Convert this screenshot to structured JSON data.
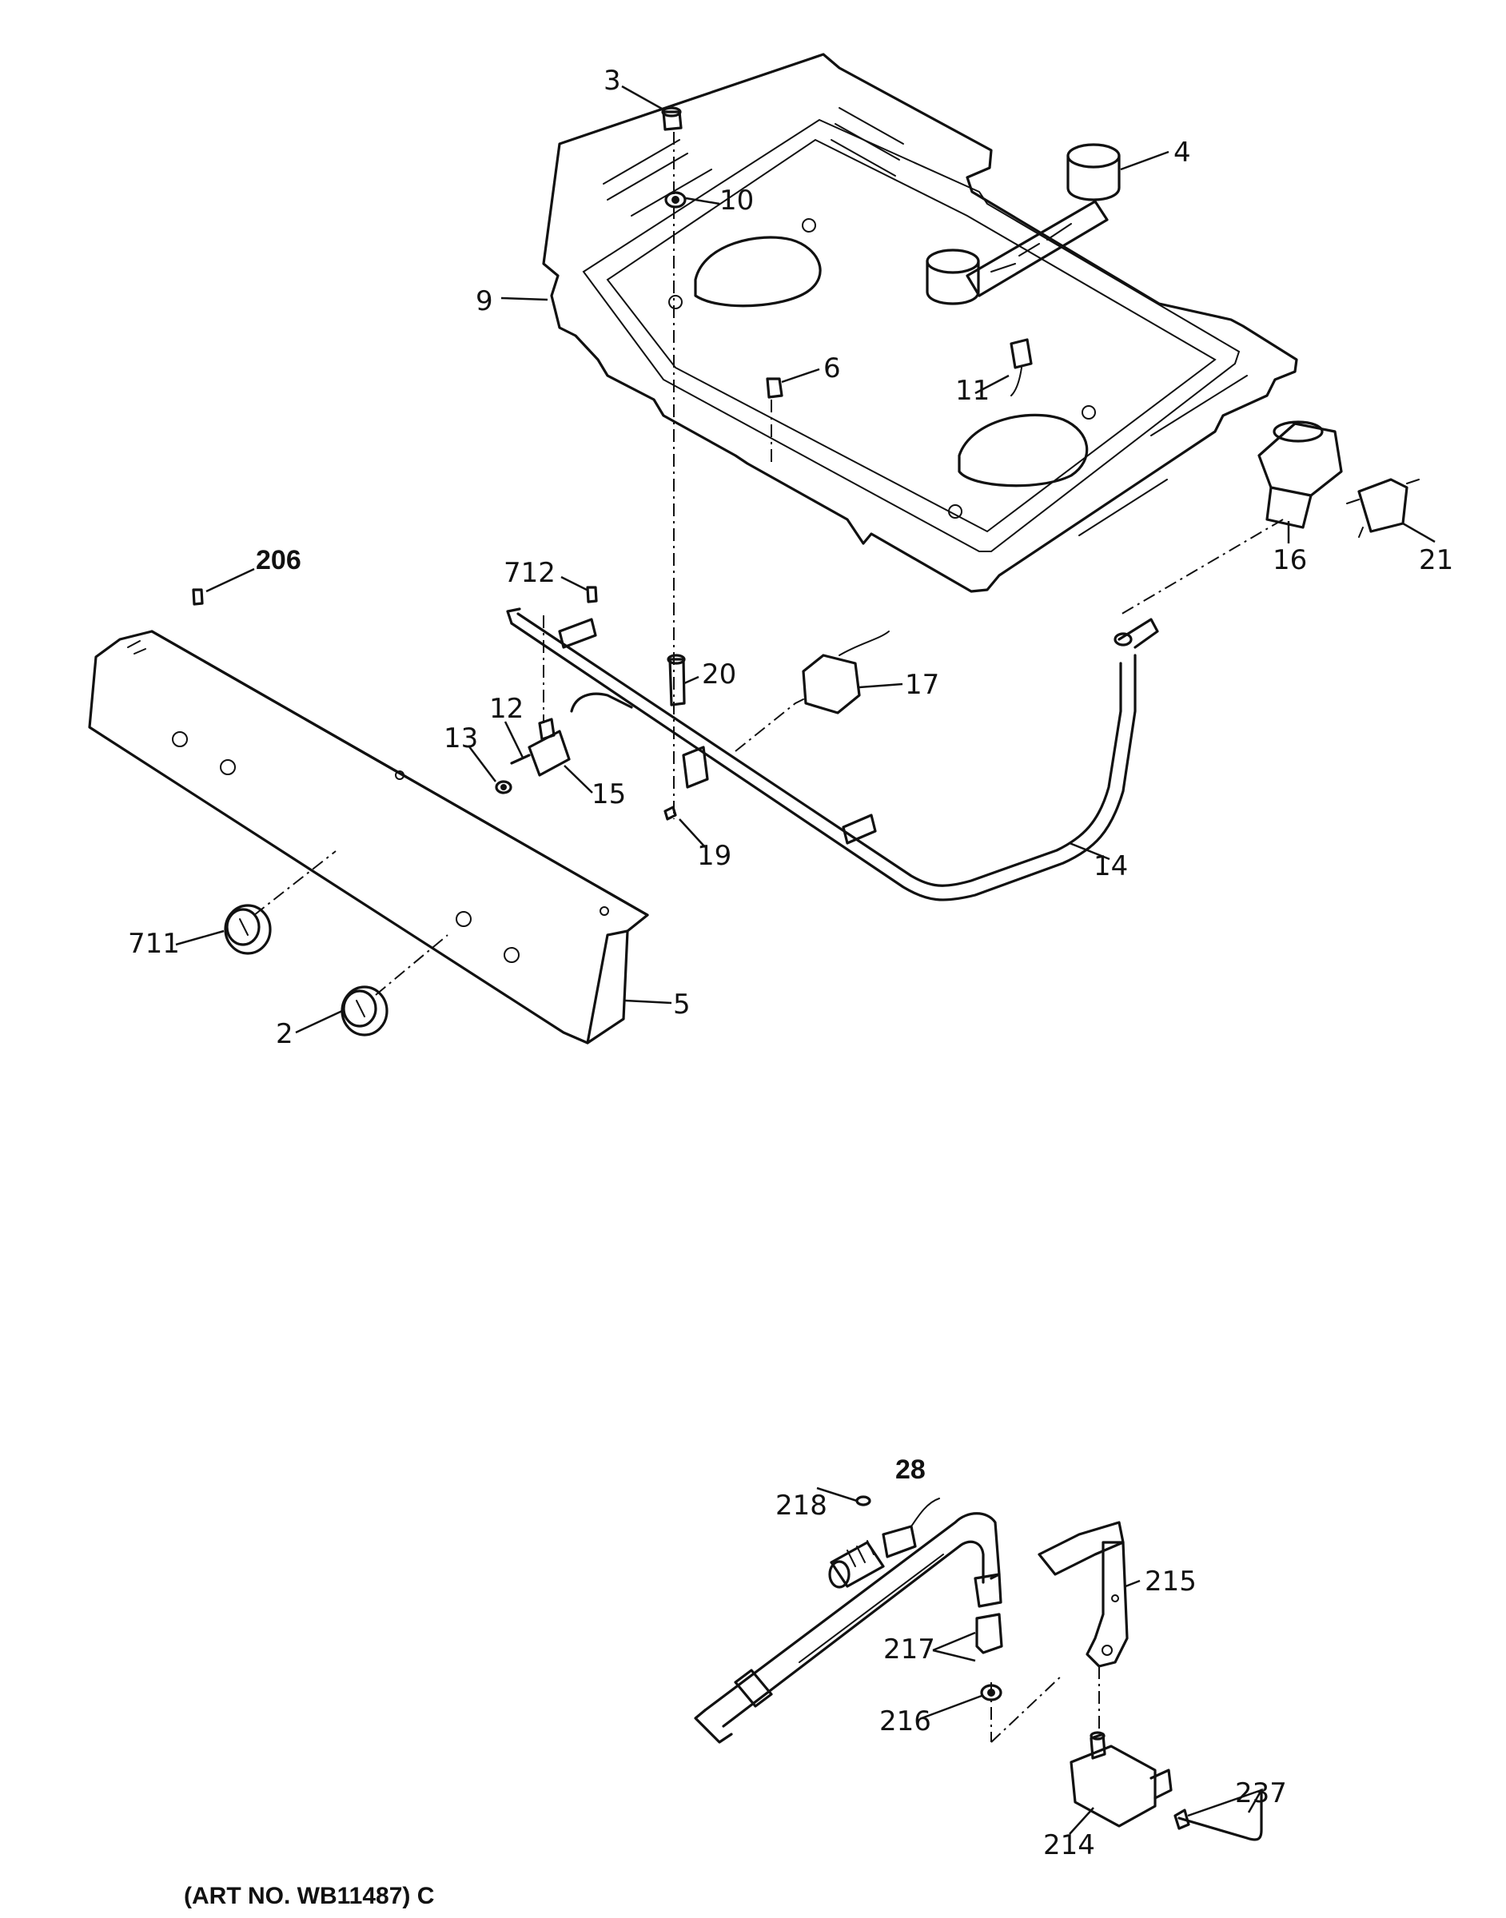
{
  "callouts": {
    "c3": "3",
    "c4": "4",
    "c10": "10",
    "c9": "9",
    "c6": "6",
    "c11": "11",
    "c16": "16",
    "c21": "21",
    "c206": "206",
    "c712": "712",
    "c20": "20",
    "c17": "17",
    "c12": "12",
    "c13": "13",
    "c15": "15",
    "c19": "19",
    "c14": "14",
    "c711": "711",
    "c2": "2",
    "c5": "5",
    "c28": "28",
    "c218": "218",
    "c215": "215",
    "c217": "217",
    "c216": "216",
    "c237": "237",
    "c214": "214"
  },
  "art_number": "(ART NO. WB11487) C"
}
